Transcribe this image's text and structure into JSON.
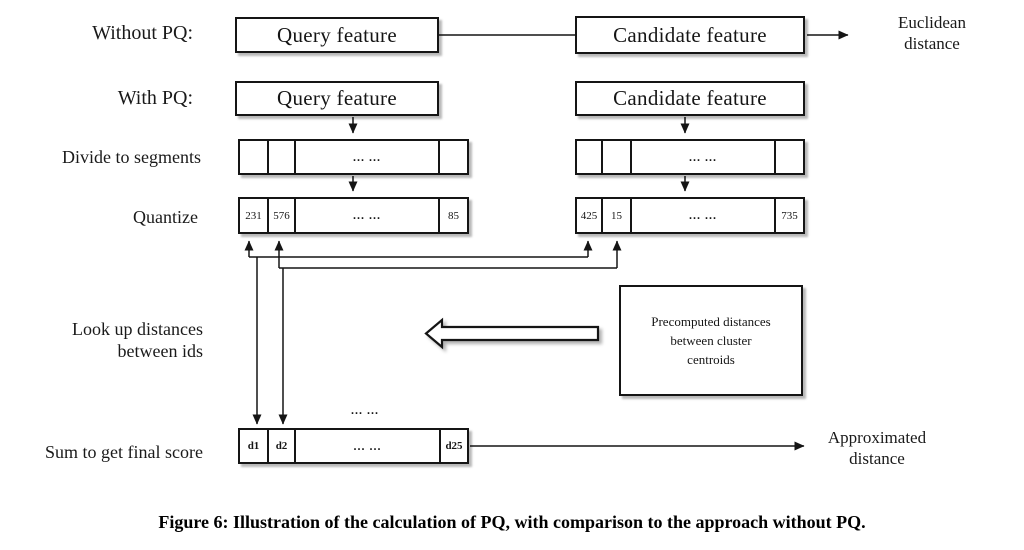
{
  "labels": {
    "without_pq": "Without PQ:",
    "with_pq": "With PQ:",
    "divide": "Divide to segments",
    "quantize": "Quantize",
    "lookup_line1": "Look up distances",
    "lookup_line2": "between ids",
    "sum": "Sum to get final score"
  },
  "feature_boxes": {
    "query_top": "Query feature",
    "candidate_top": "Candidate feature",
    "query_pq": "Query feature",
    "candidate_pq": "Candidate feature"
  },
  "outputs": {
    "euclidean_line1": "Euclidean",
    "euclidean_line2": "distance",
    "approximated_line1": "Approximated",
    "approximated_line2": "distance"
  },
  "precomputed_box": {
    "line1": "Precomputed distances",
    "line2": "between cluster",
    "line3": "centroids"
  },
  "segments": {
    "dots": "... ...",
    "dots_above_sum": "... ...",
    "query_quantized": [
      "231",
      "576",
      "... ...",
      "85"
    ],
    "candidate_quantized": [
      "425",
      "15",
      "... ...",
      "735"
    ],
    "sum_cells": [
      "d1",
      "d2",
      "... ...",
      "d25"
    ]
  },
  "caption": "Figure 6: Illustration of the calculation of PQ, with comparison to the approach without PQ.",
  "colors": {
    "ink": "#151515",
    "background": "#ffffff"
  }
}
